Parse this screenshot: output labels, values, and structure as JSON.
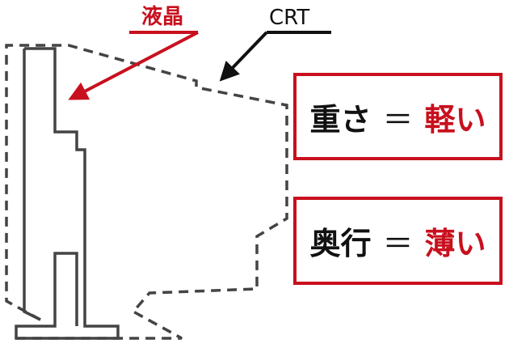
{
  "labels": {
    "lcd": "液晶",
    "crt": "CRT"
  },
  "comparisons": [
    {
      "attribute": "重さ",
      "equals": "＝",
      "value": "軽い"
    },
    {
      "attribute": "奥行",
      "equals": "＝",
      "value": "薄い"
    }
  ],
  "colors": {
    "accent": "#c8101e",
    "outline": "#444444",
    "text": "#111111"
  }
}
